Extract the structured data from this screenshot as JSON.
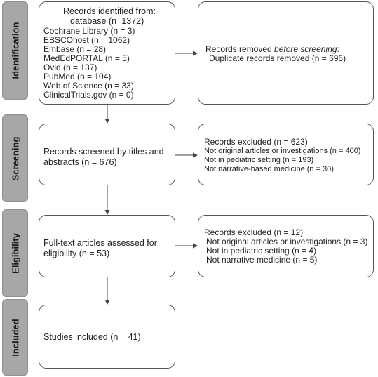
{
  "phases": {
    "identification": "Identification",
    "screening": "Screening",
    "eligibility": "Eligibility",
    "included": "Included"
  },
  "identified": {
    "title_line1": "Records identified from:",
    "title_line2": "database (n=1372)",
    "sources": [
      "Cochrane Library (n = 3)",
      "EBSCOhost (n = 1062)",
      "Embase (n = 28)",
      "MedEdPORTAL (n = 5)",
      "Ovid (n = 137)",
      "PubMed (n = 104)",
      "Web of Science (n = 33)",
      "ClinicalTrials.gov (n = 0)"
    ]
  },
  "removed": {
    "line1_prefix": "Records removed ",
    "line1_italic": "before screening",
    "line1_suffix": ":",
    "line2": "Duplicate records removed (n = 696)"
  },
  "screened": {
    "line1": "Records screened by titles and",
    "line2": "abstracts (n = 676)"
  },
  "excluded_screening": {
    "title": "Records excluded (n = 623)",
    "reasons": [
      "Not original articles or investigations (n = 400)",
      "Not in pediatric setting (n = 193)",
      "Not narrative-based medicine (n = 30)"
    ]
  },
  "fulltext": {
    "line1": "Full-text articles assessed for",
    "line2": "eligibility (n = 53)"
  },
  "excluded_eligibility": {
    "title": "Records excluded (n = 12)",
    "reasons": [
      "Not original articles or investigations (n = 3)",
      "Not in pediatric setting (n = 4)",
      "Not narrative medicine (n = 5)"
    ]
  },
  "included": {
    "line1": "Studies included (n = 41)"
  }
}
